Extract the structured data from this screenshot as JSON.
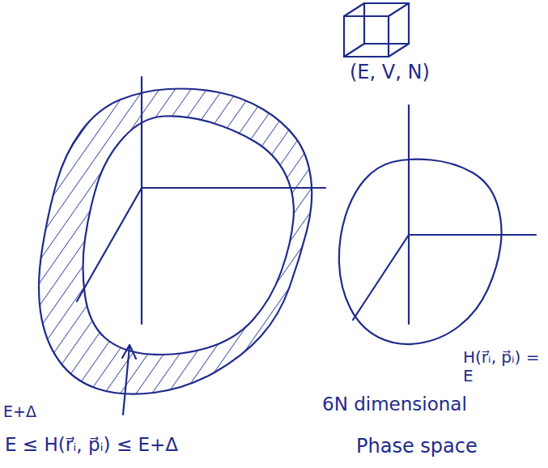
{
  "diagram": {
    "labels": [
      "(E, V, N)",
      "E+Δ",
      "E ≤ H(r⃗ᵢ, p⃗ᵢ) ≤ E+Δ",
      "Phase space",
      "H(r⃗ᵢ, p⃗ᵢ) = E",
      "6N dimensional"
    ]
  }
}
